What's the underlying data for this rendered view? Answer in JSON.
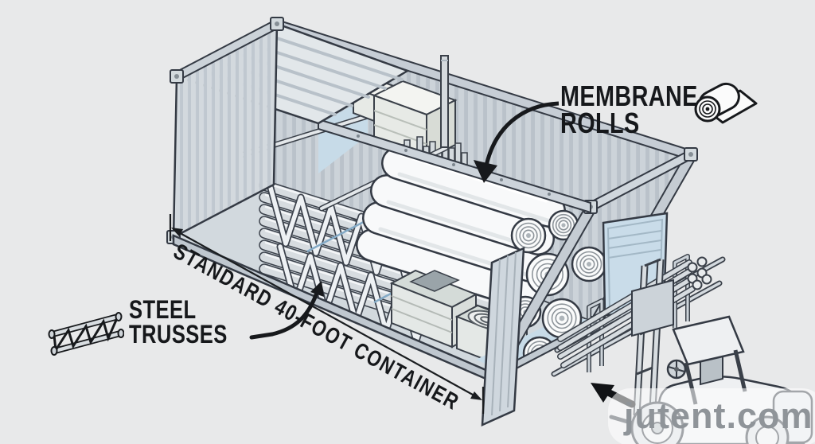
{
  "scene": {
    "background": "#e8e9ea",
    "outline_color": "#343a44",
    "container_gray": "#d2d8dd",
    "interior_blue": "#c7dbe8",
    "door_blue": "#c9dce9",
    "label_color": "#16181b",
    "watermark_color": "#8f9499"
  },
  "labels": {
    "membrane_rolls": {
      "line1": "MEMBRANE",
      "line2": "ROLLS"
    },
    "steel_trusses": {
      "line1": "STEEL",
      "line2": "TRUSSES"
    },
    "dimension": "STANDARD 40-FOOT CONTAINER"
  },
  "icons": {
    "roll": "membrane-roll-icon",
    "truss": "steel-truss-icon"
  },
  "watermark": {
    "text": "jutent.com"
  }
}
